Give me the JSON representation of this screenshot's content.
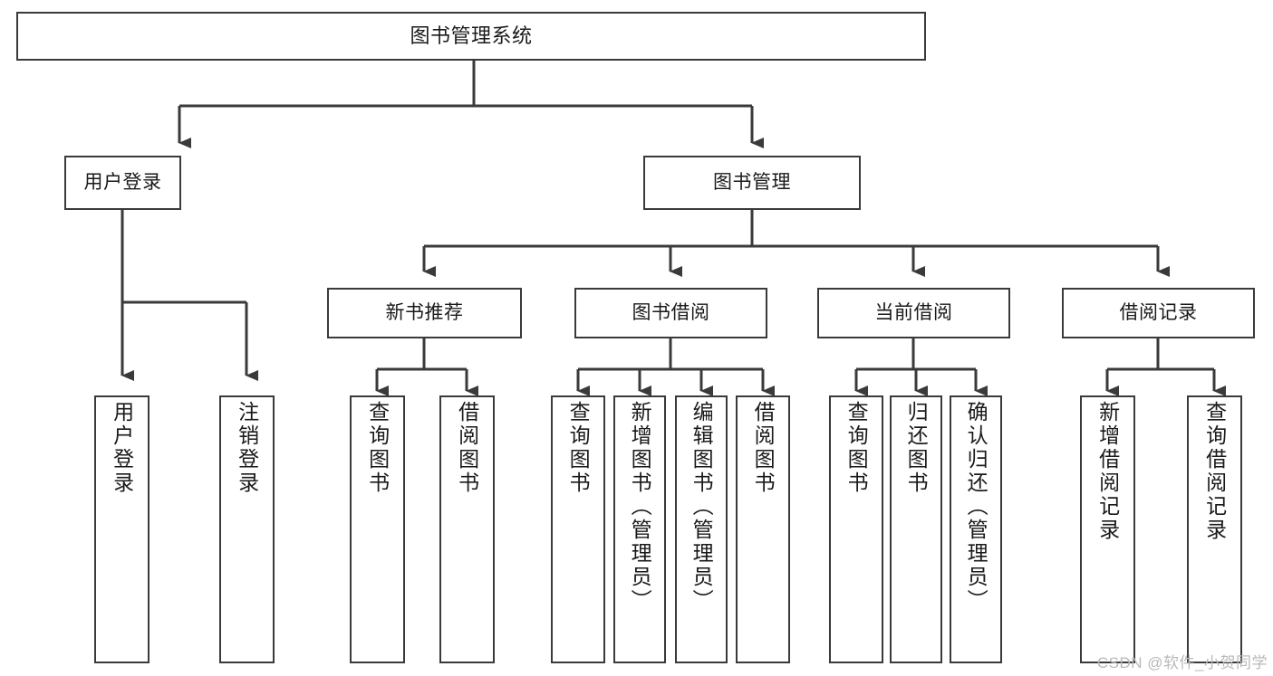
{
  "diagram": {
    "title": "图书管理系统",
    "type": "tree",
    "background_color": "#ffffff",
    "line_color": "#3a3a3a",
    "text_color": "#1a1a1a"
  },
  "nodes": {
    "root": {
      "label": "图书管理系统"
    },
    "level2": [
      {
        "id": "user-login",
        "label": "用户登录"
      },
      {
        "id": "book-manage",
        "label": "图书管理"
      }
    ],
    "level3": [
      {
        "id": "new-book-recommend",
        "label": "新书推荐"
      },
      {
        "id": "book-borrow",
        "label": "图书借阅"
      },
      {
        "id": "current-borrow",
        "label": "当前借阅"
      },
      {
        "id": "borrow-record",
        "label": "借阅记录"
      }
    ],
    "leaves": {
      "user_login": [
        {
          "id": "leaf-user-login",
          "label": "用户登录"
        },
        {
          "id": "leaf-logout-login",
          "label": "注销登录"
        }
      ],
      "new_book_recommend": [
        {
          "id": "leaf-query-book-1",
          "label": "查询图书"
        },
        {
          "id": "leaf-borrow-book-1",
          "label": "借阅图书"
        }
      ],
      "book_borrow": [
        {
          "id": "leaf-query-book-2",
          "label": "查询图书"
        },
        {
          "id": "leaf-add-book",
          "label": "新增图书（管理员）"
        },
        {
          "id": "leaf-edit-book",
          "label": "编辑图书（管理员）"
        },
        {
          "id": "leaf-borrow-book-2",
          "label": "借阅图书"
        }
      ],
      "current_borrow": [
        {
          "id": "leaf-query-book-3",
          "label": "查询图书"
        },
        {
          "id": "leaf-return-book",
          "label": "归还图书"
        },
        {
          "id": "leaf-confirm-return",
          "label": "确认归还（管理员）"
        }
      ],
      "borrow_record": [
        {
          "id": "leaf-add-record",
          "label": "新增借阅记录"
        },
        {
          "id": "leaf-query-record",
          "label": "查询借阅记录"
        }
      ]
    }
  },
  "watermark": {
    "text": "CSDN @软件_小贺同学"
  }
}
